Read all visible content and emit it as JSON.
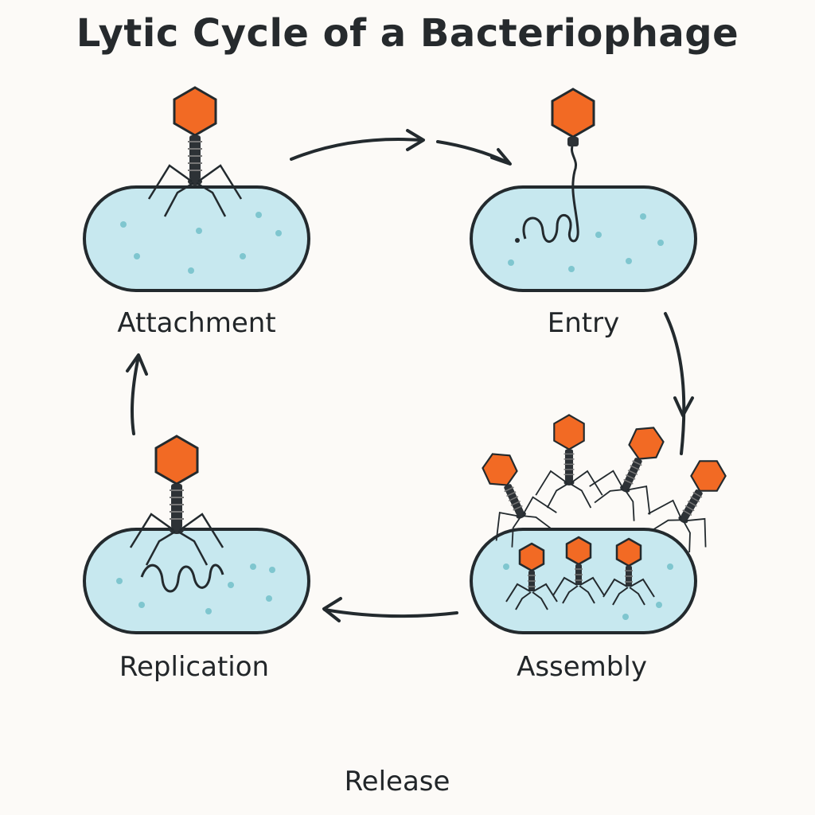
{
  "title": "Lytic Cycle of a Bacteriophage",
  "stages": {
    "attachment": "Attachment",
    "entry": "Entry",
    "assembly": "Assembly",
    "replication": "Replication",
    "release": "Release"
  },
  "colors": {
    "background": "#fcfaf7",
    "cell_fill": "#c7e8ef",
    "cell_stroke": "#232a2e",
    "phage_head": "#f26a24",
    "dots": "#7fc6cf",
    "ink": "#232a2e"
  }
}
